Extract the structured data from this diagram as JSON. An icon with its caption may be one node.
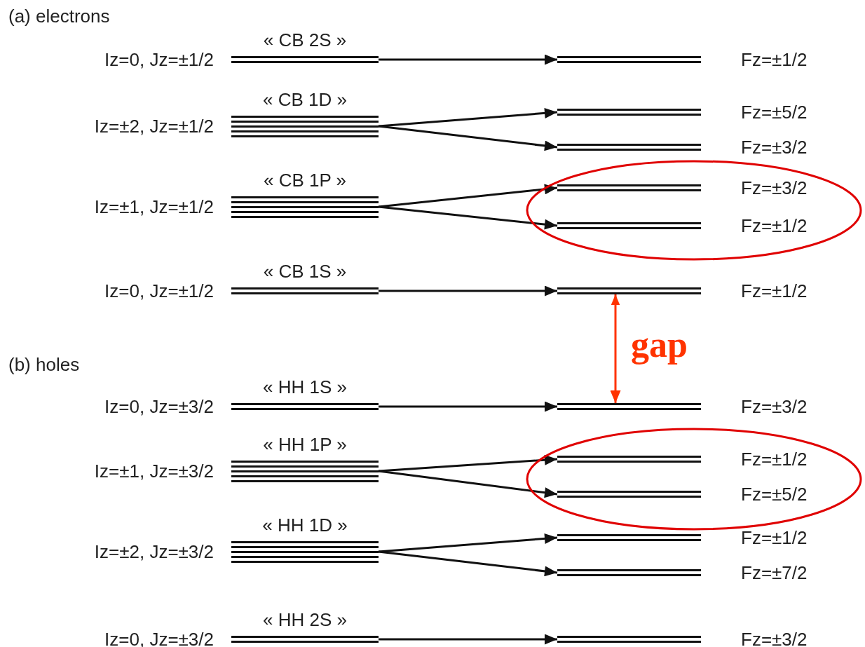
{
  "diagram": {
    "nodes": [
      {
        "text": [
          "« CB 2S »"
        ],
        "beside": [
          "Iz=0, Jz=±1/2"
        ]
      },
      {
        "text": [],
        "shape": "bar",
        "beside": [
          "Fz=±1/2"
        ]
      },
      {
        "text": [
          "« CB 1D »"
        ],
        "beside": [
          "Iz=±2, Jz=±1/2"
        ]
      },
      {
        "text": [],
        "shape": "bar",
        "beside": [
          "Fz=±5/2"
        ]
      },
      {
        "text": [],
        "shape": "bar",
        "beside": [
          "Fz=±3/2"
        ]
      },
      {
        "text": [],
        "shape": "ellipse"
      },
      {
        "text": [
          "« CB 1P »"
        ],
        "beside": [
          "Iz=±1, Jz=±1/2"
        ]
      },
      {
        "text": [],
        "shape": "bar",
        "beside": [
          "Fz=±3/2"
        ],
        "in": 5
      },
      {
        "text": [],
        "shape": "bar",
        "beside": [
          "Fz=±1/2"
        ],
        "in": 5
      },
      {
        "text": [
          "« CB 1S »"
        ],
        "beside": [
          "Iz=0, Jz=±1/2"
        ]
      },
      {
        "text": [],
        "shape": "bar",
        "beside": [
          "Fz=±1/2"
        ]
      },
      {
        "text": [
          "« HH 1S »"
        ],
        "beside": [
          "Iz=0, Jz=±3/2"
        ]
      },
      {
        "text": [],
        "shape": "bar",
        "beside": [
          "Fz=±3/2"
        ]
      },
      {
        "text": [],
        "shape": "ellipse"
      },
      {
        "text": [
          "« HH 1P »"
        ],
        "beside": [
          "Iz=±1, Jz=±3/2"
        ]
      },
      {
        "text": [],
        "shape": "bar",
        "beside": [
          "Fz=±1/2"
        ],
        "in": 13
      },
      {
        "text": [],
        "shape": "bar",
        "beside": [
          "Fz=±5/2"
        ],
        "in": 13
      },
      {
        "text": [
          "« HH 1D »"
        ],
        "beside": [
          "Iz=±2, Jz=±3/2"
        ]
      },
      {
        "text": [],
        "shape": "bar",
        "beside": [
          "Fz=±1/2"
        ]
      },
      {
        "text": [],
        "shape": "bar",
        "beside": [
          "Fz=±7/2"
        ]
      },
      {
        "text": [
          "« HH 2S »"
        ],
        "beside": [
          "Iz=0, Jz=±3/2"
        ]
      },
      {
        "text": [],
        "shape": "bar",
        "beside": [
          "Fz=±3/2"
        ]
      }
    ],
    "edges": [
      {
        "from": 0,
        "to": 1,
        "arrow": "to"
      },
      {
        "from": 2,
        "to": 3,
        "arrow": "to"
      },
      {
        "from": 2,
        "to": 4,
        "arrow": "to"
      },
      {
        "from": 6,
        "to": 7,
        "arrow": "to"
      },
      {
        "from": 6,
        "to": 8,
        "arrow": "to"
      },
      {
        "from": 9,
        "to": 10,
        "arrow": "to"
      },
      {
        "from": 10,
        "to": 12,
        "arrow": "both",
        "label": "gap",
        "color": "#ff3300"
      },
      {
        "from": 11,
        "to": 12,
        "arrow": "to"
      },
      {
        "from": 14,
        "to": 15,
        "arrow": "to"
      },
      {
        "from": 14,
        "to": 16,
        "arrow": "to"
      },
      {
        "from": 17,
        "to": 18,
        "arrow": "to"
      },
      {
        "from": 17,
        "to": 19,
        "arrow": "to"
      },
      {
        "from": 20,
        "to": 21,
        "arrow": "to"
      }
    ],
    "labels": [
      "(a) electrons",
      "(b) holes"
    ]
  }
}
